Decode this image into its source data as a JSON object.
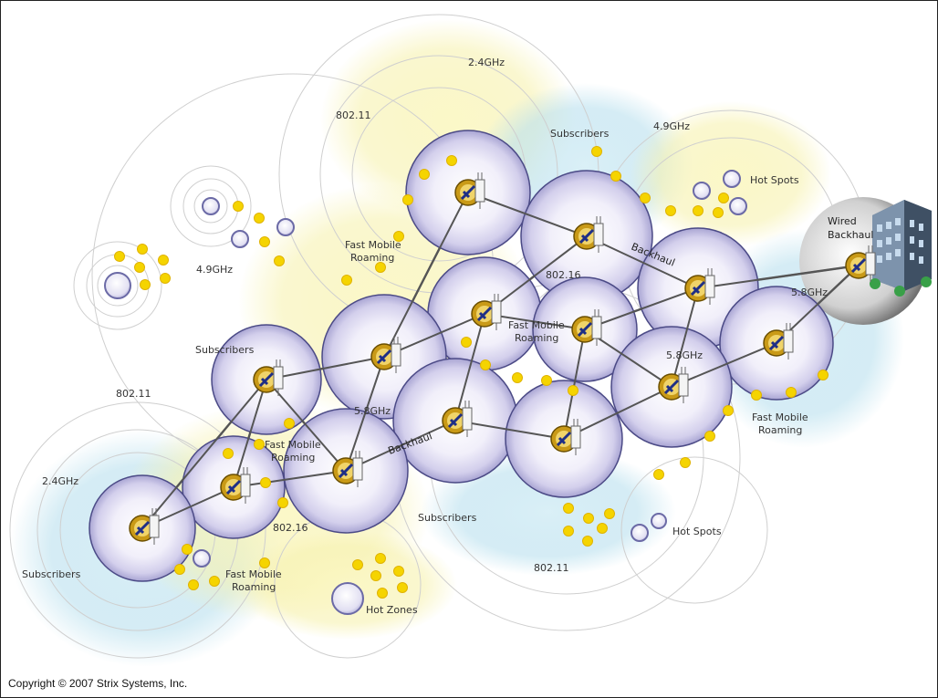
{
  "labels": {
    "band_24_top": "2.4GHz",
    "band_24_left": "2.4GHz",
    "band_49_left": "4.9GHz",
    "band_49_right": "4.9GHz",
    "band_58_center": "5.8GHz",
    "band_58_mid": "5.8GHz",
    "band_58_right": "5.8GHz",
    "std_80211_top": "802.11",
    "std_80211_left": "802.11",
    "std_80211_bottom": "802.11",
    "std_80216_center": "802.16",
    "std_80216_bottom": "802.16",
    "subscribers_top": "Subscribers",
    "subscribers_left": "Subscribers",
    "subscribers_bottom": "Subscribers",
    "subscribers_far_left": "Subscribers",
    "hotspots_top": "Hot Spots",
    "hotspots_bottom": "Hot Spots",
    "hot_zones": "Hot Zones",
    "backhaul_top": "Backhaul",
    "backhaul_center": "Backhaul",
    "wired_line1": "Wired",
    "wired_line2": "Backhaul",
    "fmr_top_l1": "Fast Mobile",
    "fmr_top_l2": "Roaming",
    "fmr_center_l1": "Fast Mobile",
    "fmr_center_l2": "Roaming",
    "fmr_left_l1": "Fast Mobile",
    "fmr_left_l2": "Roaming",
    "fmr_right_l1": "Fast Mobile",
    "fmr_right_l2": "Roaming",
    "fmr_bottom_l1": "Fast Mobile",
    "fmr_bottom_l2": "Roaming"
  },
  "copyright": "Copyright © 2007 Strix Systems, Inc.",
  "colors": {
    "cell_fill_center": "#ffffff",
    "cell_fill_edge": "#c9c5e6",
    "cell_rim": "#4b4a86",
    "coverage_yellow": "#f7f3b0",
    "coverage_blue": "#bfe3ef",
    "subscriber_dot": "#f5d400",
    "hotspot_ring": "#6b6aa6",
    "link_line": "#555555",
    "node_gold": "#c99a17",
    "node_blue": "#2a3a8a"
  },
  "icons": {
    "node": "mesh-node-icon",
    "building": "building-icon",
    "subscriber": "subscriber-dot-icon",
    "hotspot": "hotspot-icon"
  }
}
